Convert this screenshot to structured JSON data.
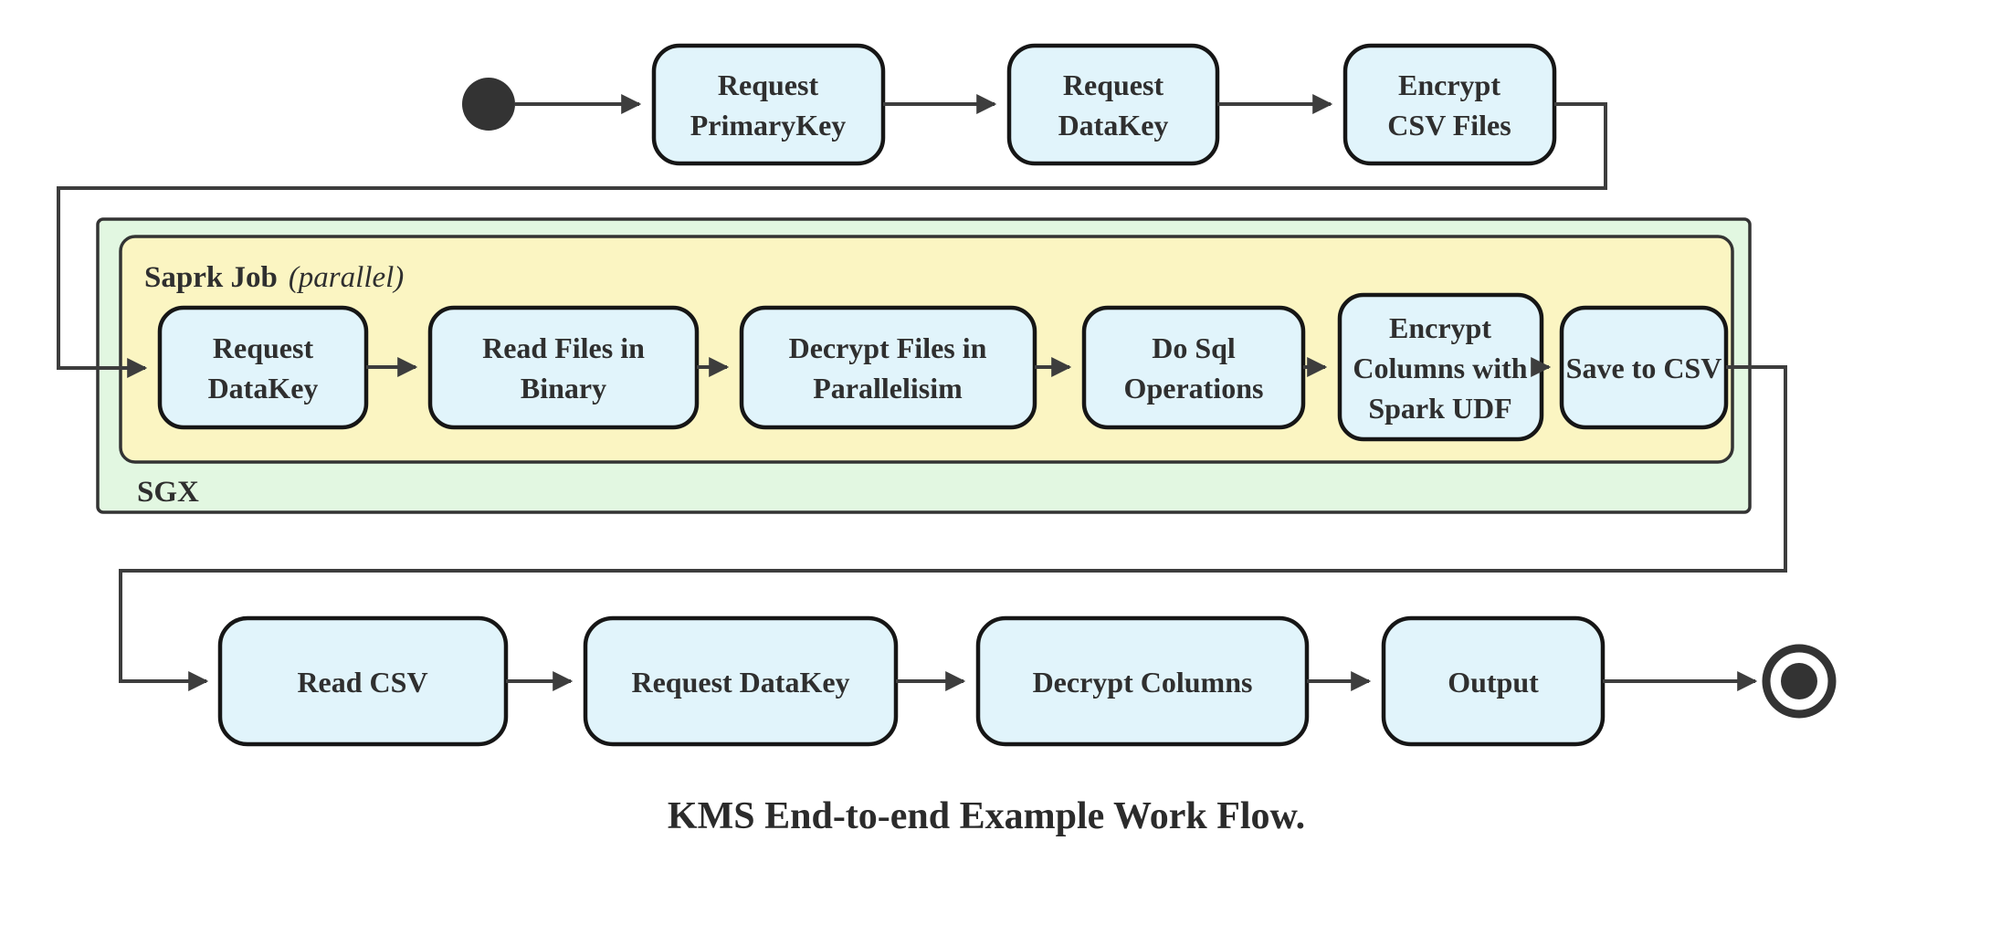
{
  "diagram": {
    "caption": "KMS End-to-end Example Work Flow.",
    "colors": {
      "node_fill": "#e1f4fb",
      "node_border": "#161616",
      "sgx_cluster_fill": "#e2f7e1",
      "spark_cluster_fill": "#fbf5c2",
      "cluster_border": "#333333",
      "edge": "#3d3d3d",
      "text": "#2f2f2f"
    },
    "top_row": {
      "nodes": [
        {
          "lines": [
            "Request",
            "PrimaryKey"
          ]
        },
        {
          "lines": [
            "Request",
            "DataKey"
          ]
        },
        {
          "lines": [
            "Encrypt",
            "CSV Files"
          ]
        }
      ]
    },
    "sgx_cluster": {
      "label": "SGX",
      "spark_cluster": {
        "label": "Saprk Job",
        "qualifier": "(parallel)",
        "nodes": [
          {
            "lines": [
              "Request",
              "DataKey"
            ]
          },
          {
            "lines": [
              "Read Files in",
              "Binary"
            ]
          },
          {
            "lines": [
              "Decrypt Files in",
              "Parallelisim"
            ]
          },
          {
            "lines": [
              "Do Sql",
              "Operations"
            ]
          },
          {
            "lines": [
              "Encrypt",
              "Columns with",
              "Spark UDF"
            ]
          },
          {
            "lines": [
              "Save to CSV"
            ]
          }
        ]
      }
    },
    "bottom_row": {
      "nodes": [
        {
          "lines": [
            "Read CSV"
          ]
        },
        {
          "lines": [
            "Request DataKey"
          ]
        },
        {
          "lines": [
            "Decrypt Columns"
          ]
        },
        {
          "lines": [
            "Output"
          ]
        }
      ]
    }
  }
}
